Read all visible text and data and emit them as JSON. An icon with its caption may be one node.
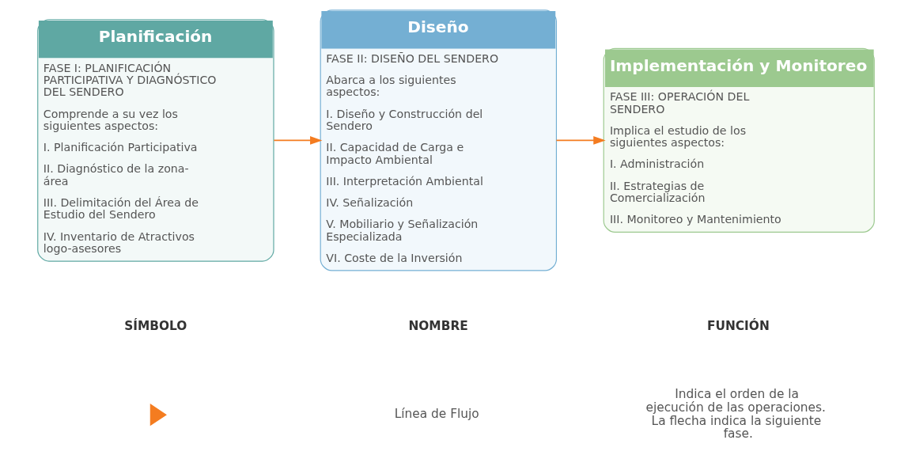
{
  "diagram": {
    "nodes": [
      {
        "text": [
          "Planificación",
          "FASE I: PLANIFICACIÓN PARTICIPATIVA Y DIAGNÓSTICO DEL SENDERO",
          "Comprende a su vez los siguientes aspectos:",
          "I. Planificación Participativa",
          "II. Diagnóstico de la zona-área",
          "III. Delimitación del Área de Estudio del Sendero",
          "IV. Inventario de Atractivos logo-asesores"
        ]
      },
      {
        "text": [
          "Diseño",
          "FASE II: DISEÑO DEL SENDERO",
          "Abarca a los siguientes aspectos:",
          "I. Diseño y Construcción del Sendero",
          "II. Capacidad de Carga e Impacto Ambiental",
          "III. Interpretación Ambiental",
          "IV. Señalización",
          "V. Mobiliario y Señalización Especializada",
          "VI. Coste de la Inversión"
        ]
      },
      {
        "text": [
          "Implementación y Monitoreo",
          "FASE III: OPERACIÓN DEL SENDERO",
          "Implica el estudio de los siguientes aspectos:",
          "I. Administración",
          "II. Estrategias de Comercialización",
          "III. Monitoreo y Mantenimiento"
        ]
      },
      {
        "text": [],
        "shape": "triangle"
      }
    ],
    "edges": [
      {
        "from": 0,
        "to": 1,
        "arrow": "to"
      },
      {
        "from": 1,
        "to": 2,
        "arrow": "to"
      }
    ],
    "labels": [
      "SÍMBOLO",
      "NOMBRE",
      "FUNCIÓN",
      "Línea de Flujo",
      "Indica el orden de la ejecución de las operaciones. La flecha indica la siguiente fase."
    ]
  }
}
